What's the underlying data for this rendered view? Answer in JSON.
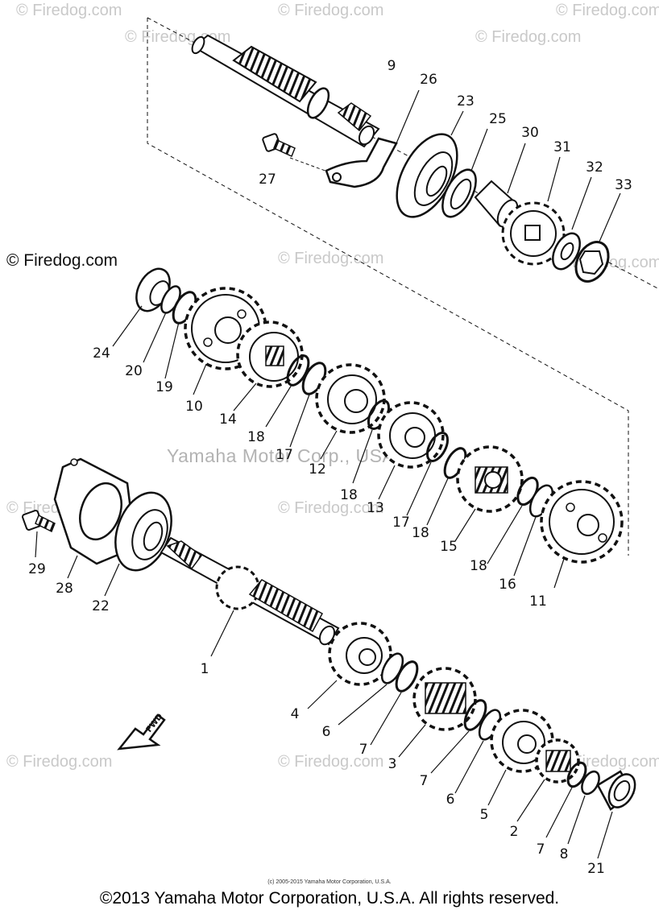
{
  "watermarks": {
    "firedog": "© Firedog.com",
    "center": "Yamaha Motor Corp., USA"
  },
  "fwd_label": "FWD",
  "parts": {
    "p1": "1",
    "p2": "2",
    "p3": "3",
    "p4": "4",
    "p5": "5",
    "p6a": "6",
    "p6b": "6",
    "p7a": "7",
    "p7b": "7",
    "p7c": "7",
    "p8": "8",
    "p9": "9",
    "p10": "10",
    "p11": "11",
    "p12": "12",
    "p13": "13",
    "p14": "14",
    "p15": "15",
    "p16": "16",
    "p17a": "17",
    "p17b": "17",
    "p18a": "18",
    "p18b": "18",
    "p18c": "18",
    "p18d": "18",
    "p19": "19",
    "p20": "20",
    "p21": "21",
    "p22": "22",
    "p23": "23",
    "p24": "24",
    "p25": "25",
    "p26": "26",
    "p27": "27",
    "p28": "28",
    "p29": "29",
    "p30": "30",
    "p31": "31",
    "p32": "32",
    "p33": "33"
  },
  "copyright_small": "(c) 2005-2015 Yamaha Motor Corporation, U.S.A.",
  "copyright": "©2013 Yamaha Motor Corporation, U.S.A. All rights reserved."
}
